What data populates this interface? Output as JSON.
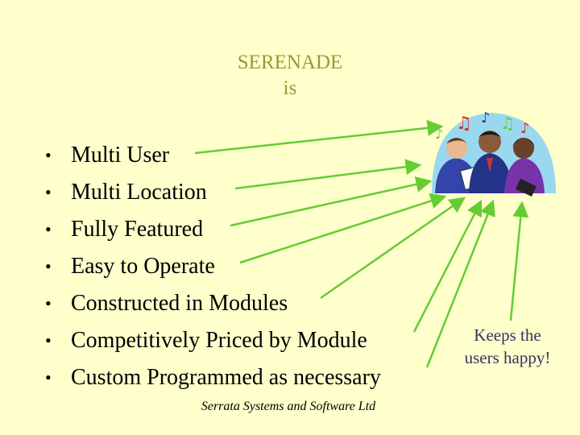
{
  "slide": {
    "title_line1": "SERENADE",
    "title_line2": "is",
    "bullet_char": "•",
    "bullets": [
      "Multi User",
      "Multi Location",
      "Fully Featured",
      "Easy to Operate",
      "Constructed in Modules",
      "Competitively Priced by Module",
      "Custom Programmed as necessary"
    ],
    "note_line1": "Keeps the",
    "note_line2": "users happy!",
    "footer": "Serrata Systems and  Software Ltd"
  },
  "colors": {
    "background": "#ffffcc",
    "title": "#999933",
    "arrow": "#66cc33",
    "note": "#333366"
  },
  "icons": [
    "singers-clipart"
  ]
}
